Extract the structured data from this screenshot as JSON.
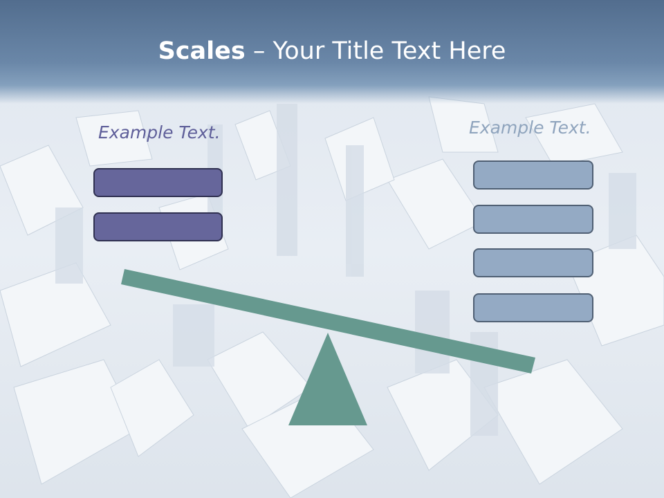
{
  "slide": {
    "title_bold": "Scales",
    "title_rest": " – Your Title Text Here",
    "left_label": "Example Text.",
    "right_label": "Example Text."
  },
  "colors": {
    "header": "#6a87a8",
    "left_box_fill": "#66669b",
    "right_box_fill": "#94aac4",
    "beam": "#66998f",
    "fulcrum": "#66998f"
  },
  "left_boxes": [
    "",
    ""
  ],
  "right_boxes": [
    "",
    "",
    "",
    ""
  ]
}
